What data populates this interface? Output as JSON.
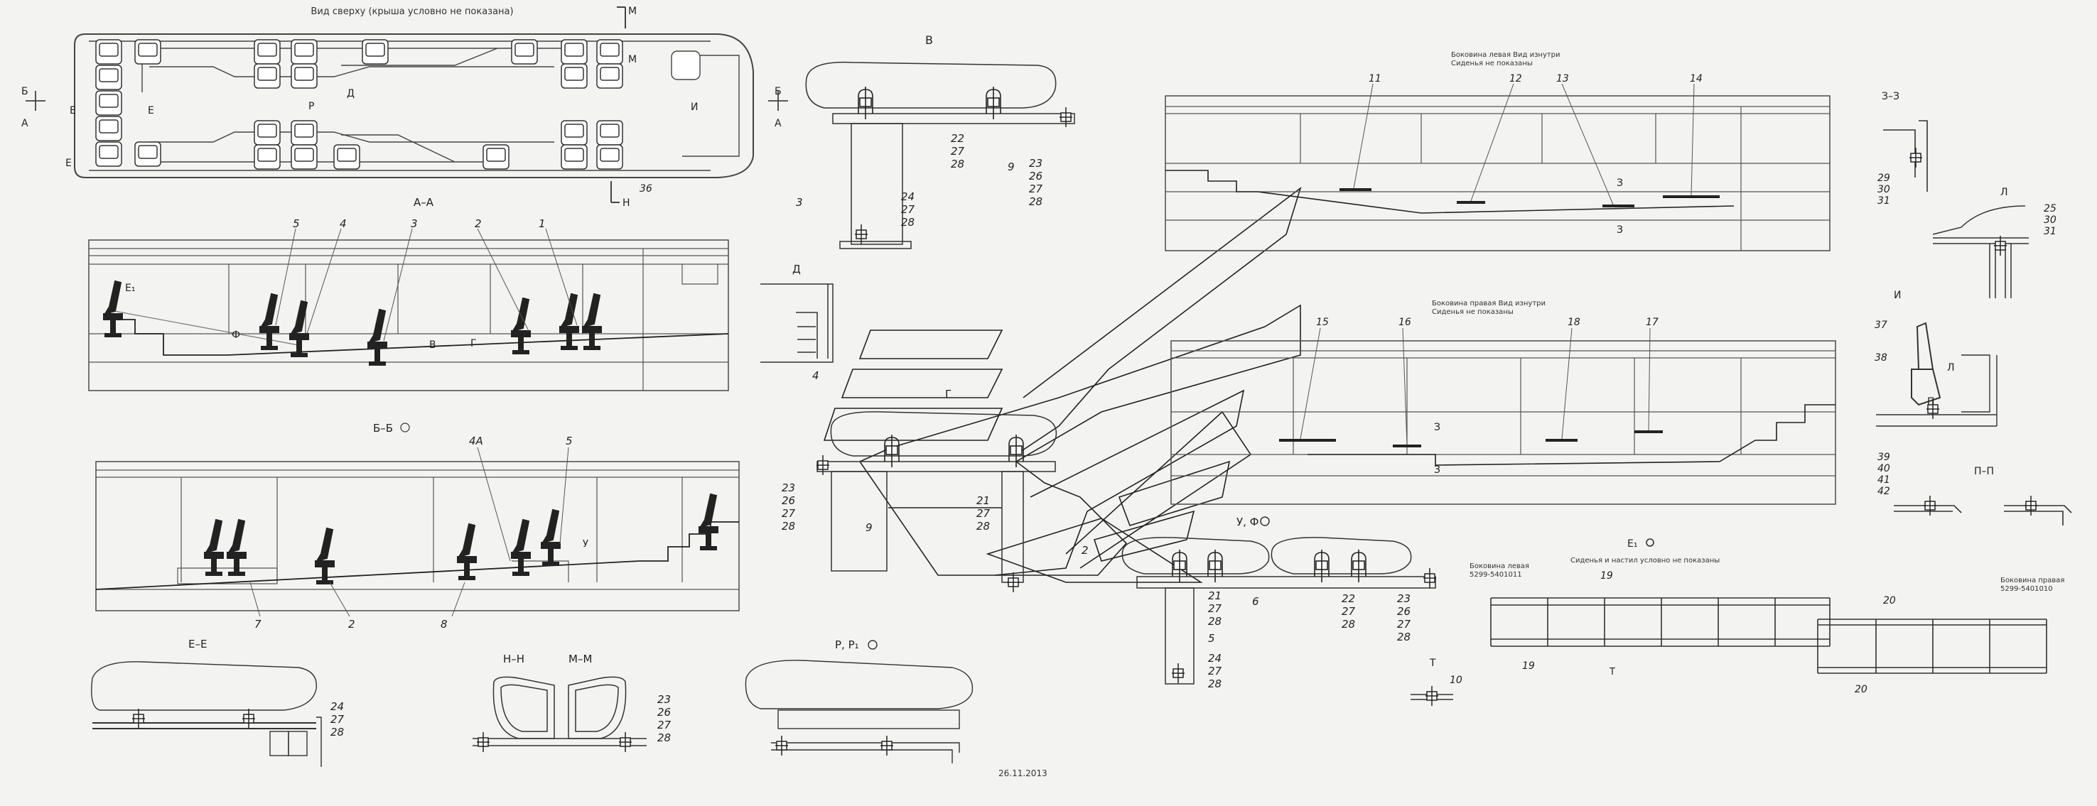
{
  "views": {
    "top_caption": "Вид сверху (крыша условно не показана)",
    "aa": "А–А",
    "bb": "Б–Б",
    "ee": "Е–Е",
    "nn": "Н–Н",
    "mm": "М–М",
    "rr": "Р, Р₁",
    "v": "В",
    "d": "Д",
    "g": "Г",
    "uf": "У, Ф",
    "zz": "З–З",
    "l": "Л",
    "i": "И",
    "pp": "П–П",
    "t": "Т",
    "e1": "Е₁",
    "left_side": "Боковина левая Вид изнутри\nСиденья не показаны",
    "right_side": "Боковина правая Вид изнутри\nСиденья не показаны",
    "e1_note": "Сиденья и настил условно не показаны",
    "bok_left": "Боковина левая\n5299-5401011",
    "bok_right": "Боковина правая\n5299-5401010"
  },
  "marks": {
    "B": "Б",
    "A": "А",
    "E": "Е",
    "M": "М",
    "N": "Н",
    "I": "И",
    "D": "Д",
    "P": "Р",
    "F": "Ф",
    "V": "В",
    "G": "Г",
    "U": "У",
    "Z": "З",
    "L": "Л",
    "T": "Т",
    "Pi": "П",
    "E1": "Е₁"
  },
  "callouts": {
    "c1": "1",
    "c2": "2",
    "c3": "3",
    "c4": "4",
    "c5": "5",
    "c4a": "4А",
    "c6": "6",
    "c7": "7",
    "c8": "8",
    "c9": "9",
    "c10": "10",
    "c11": "11",
    "c12": "12",
    "c13": "13",
    "c14": "14",
    "c15": "15",
    "c16": "16",
    "c17": "17",
    "c18": "18",
    "c19": "19",
    "c20": "20",
    "c36": "36",
    "c37": "37",
    "c38": "38",
    "s21": "21\n27\n28",
    "s22": "22\n27\n28",
    "s23": "23\n26\n27\n28",
    "s24": "24\n27\n28",
    "s29": "29\n30\n31",
    "s25": "25\n30\n31",
    "s39": "39\n40\n41\n42"
  },
  "date": "26.11.2013"
}
